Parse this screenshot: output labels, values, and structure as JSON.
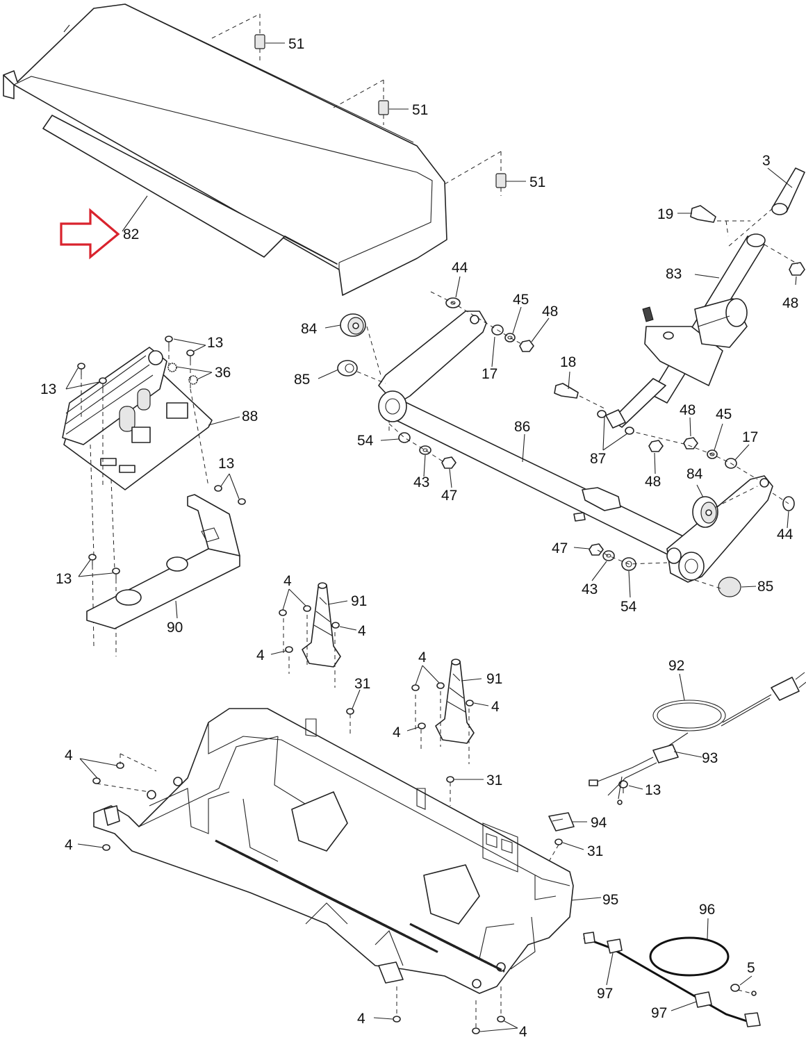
{
  "highlight": {
    "label": "82",
    "color": "#d9232d"
  },
  "callouts": [
    {
      "id": "c51a",
      "text": "51"
    },
    {
      "id": "c51b",
      "text": "51"
    },
    {
      "id": "c51c",
      "text": "51"
    },
    {
      "id": "c3",
      "text": "3"
    },
    {
      "id": "c19",
      "text": "19"
    },
    {
      "id": "c83",
      "text": "83"
    },
    {
      "id": "c48a",
      "text": "48"
    },
    {
      "id": "c44a",
      "text": "44"
    },
    {
      "id": "c45a",
      "text": "45"
    },
    {
      "id": "c48b",
      "text": "48"
    },
    {
      "id": "c84a",
      "text": "84"
    },
    {
      "id": "c17a",
      "text": "17"
    },
    {
      "id": "c13a",
      "text": "13"
    },
    {
      "id": "c36",
      "text": "36"
    },
    {
      "id": "c13b",
      "text": "13"
    },
    {
      "id": "c85a",
      "text": "85"
    },
    {
      "id": "c18",
      "text": "18"
    },
    {
      "id": "c88",
      "text": "88"
    },
    {
      "id": "c86",
      "text": "86"
    },
    {
      "id": "c48c",
      "text": "48"
    },
    {
      "id": "c45b",
      "text": "45"
    },
    {
      "id": "c54a",
      "text": "54"
    },
    {
      "id": "c17b",
      "text": "17"
    },
    {
      "id": "c13c",
      "text": "13"
    },
    {
      "id": "c43a",
      "text": "43"
    },
    {
      "id": "c87",
      "text": "87"
    },
    {
      "id": "c47a",
      "text": "47"
    },
    {
      "id": "c48d",
      "text": "48"
    },
    {
      "id": "c84b",
      "text": "84"
    },
    {
      "id": "c44b",
      "text": "44"
    },
    {
      "id": "c47b",
      "text": "47"
    },
    {
      "id": "c13d",
      "text": "13"
    },
    {
      "id": "c85b",
      "text": "85"
    },
    {
      "id": "c43b",
      "text": "43"
    },
    {
      "id": "c54b",
      "text": "54"
    },
    {
      "id": "c4a",
      "text": "4"
    },
    {
      "id": "c91a",
      "text": "91"
    },
    {
      "id": "c90",
      "text": "90"
    },
    {
      "id": "c4b",
      "text": "4"
    },
    {
      "id": "c4c",
      "text": "4"
    },
    {
      "id": "c92",
      "text": "92"
    },
    {
      "id": "c4d",
      "text": "4"
    },
    {
      "id": "c91b",
      "text": "91"
    },
    {
      "id": "c31a",
      "text": "31"
    },
    {
      "id": "c4e",
      "text": "4"
    },
    {
      "id": "c4f",
      "text": "4"
    },
    {
      "id": "c93",
      "text": "93"
    },
    {
      "id": "c4g",
      "text": "4"
    },
    {
      "id": "c31b",
      "text": "31"
    },
    {
      "id": "c13e",
      "text": "13"
    },
    {
      "id": "c94",
      "text": "94"
    },
    {
      "id": "c4h",
      "text": "4"
    },
    {
      "id": "c31c",
      "text": "31"
    },
    {
      "id": "c95",
      "text": "95"
    },
    {
      "id": "c96",
      "text": "96"
    },
    {
      "id": "c5",
      "text": "5"
    },
    {
      "id": "c97a",
      "text": "97"
    },
    {
      "id": "c97b",
      "text": "97"
    },
    {
      "id": "c4i",
      "text": "4"
    },
    {
      "id": "c4j",
      "text": "4"
    }
  ]
}
